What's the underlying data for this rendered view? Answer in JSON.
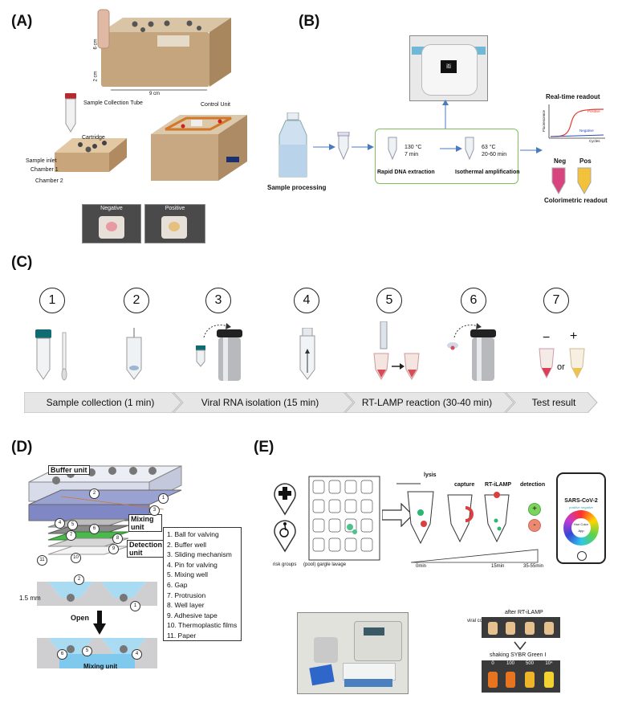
{
  "panels": {
    "a": "(A)",
    "b": "(B)",
    "c": "(C)",
    "d": "(D)",
    "e": "(E)"
  },
  "panel_a": {
    "dim_width": "9 cm",
    "dim_depth": "6 cm",
    "dim_height": "2 cm",
    "sample_tube": "Sample Collection Tube",
    "cartridge": "Cartridge",
    "sample_inlet": "Sample inlet",
    "chamber1": "Chamber 1",
    "chamber2": "Chamber 2",
    "control_unit": "Control Unit",
    "negative": "Negative",
    "positive": "Positive"
  },
  "panel_b": {
    "sample_processing": "Sample processing",
    "step1_temp": "130 °C",
    "step1_time": "7 min",
    "step1_label": "Rapid DNA extraction",
    "step2_temp": "63 °C",
    "step2_time": "20-60 min",
    "step2_label": "Isothermal amplification",
    "realtime": "Real-time readout",
    "chart_positive": "Positive",
    "chart_negative": "Negative",
    "chart_cycles": "Cycles",
    "chart_fluor": "Fluorescence",
    "neg": "Neg",
    "pos": "Pos",
    "colorimetric": "Colorimetric readout",
    "device_logo": "iti"
  },
  "panel_c": {
    "steps": [
      "1",
      "2",
      "3",
      "4",
      "5",
      "6",
      "7"
    ],
    "minus": "−",
    "plus": "+",
    "or": "or",
    "phases": [
      "Sample collection (1 min)",
      "Viral RNA isolation (15 min)",
      "RT-LAMP reaction (30-40 min)",
      "Test result"
    ]
  },
  "panel_d": {
    "buffer_unit": "Buffer unit",
    "mixing_unit": "Mixing unit",
    "detection_unit": "Detection unit",
    "gap": "1.5 mm",
    "open": "Open",
    "mixing_unit_bottom": "Mixing unit",
    "callouts": [
      "1",
      "2",
      "3",
      "4",
      "5",
      "6",
      "7",
      "8",
      "9",
      "10",
      "11"
    ],
    "legend": [
      "1.   Ball for valving",
      "2.   Buffer well",
      "3.   Sliding mechanism",
      "4.   Pin for valving",
      "5.   Mixing well",
      "6.   Gap",
      "7.   Protrusion",
      "8.   Well layer",
      "9.   Adhesive tape",
      "10. Thermoplastic films",
      "11. Paper"
    ]
  },
  "panel_e": {
    "lysis": "lysis",
    "capture": "capture",
    "rtilamp": "RT-iLAMP",
    "detection": "detection",
    "risk_groups": "risk groups",
    "pool": "(pool) gargle lavage",
    "t0": "0min",
    "t15": "15min",
    "t35": "35-55min",
    "phone_title": "SARS-CoV-2",
    "phone_sub": "positive  negative",
    "phone_app": "Hue Color App",
    "plus": "+",
    "minus": "-",
    "after": "after RT-iLAMP",
    "viral": "viral copies",
    "shaking": "shaking SYBR Green I",
    "copies": [
      "0",
      "100",
      "500",
      "10⁴"
    ]
  }
}
